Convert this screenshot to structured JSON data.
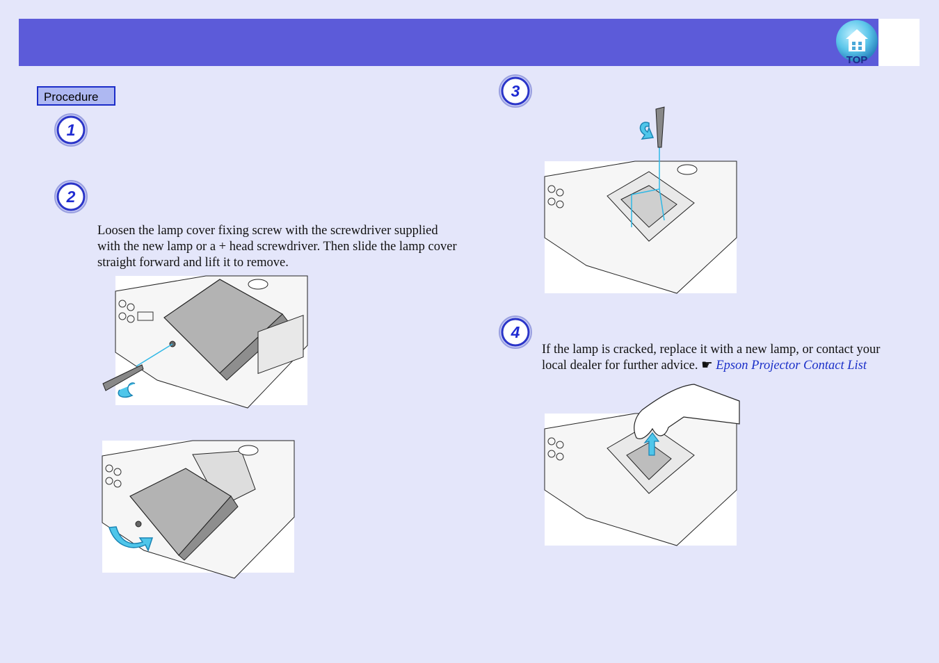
{
  "header": {
    "top_button_label": "TOP",
    "top_icon": "home-icon"
  },
  "procedure": {
    "label": "Procedure"
  },
  "steps": [
    {
      "number": "1"
    },
    {
      "number": "2",
      "text": "Loosen the lamp cover fixing screw with the screwdriver supplied with the new lamp or a + head screwdriver. Then slide the lamp cover straight forward and lift it to remove."
    },
    {
      "number": "3"
    },
    {
      "number": "4",
      "text": "If the lamp is cracked, replace it with a new lamp, or contact your local dealer for further advice.",
      "pointer_icon": "☛",
      "link_text": "Epson Projector Contact List"
    }
  ],
  "colors": {
    "page_background": "#e4e6fa",
    "header_bar": "#5c5bd9",
    "step_circle_text": "#1f2bd2",
    "link": "#1a2fc8",
    "accent_cyan": "#2fb8e6"
  }
}
